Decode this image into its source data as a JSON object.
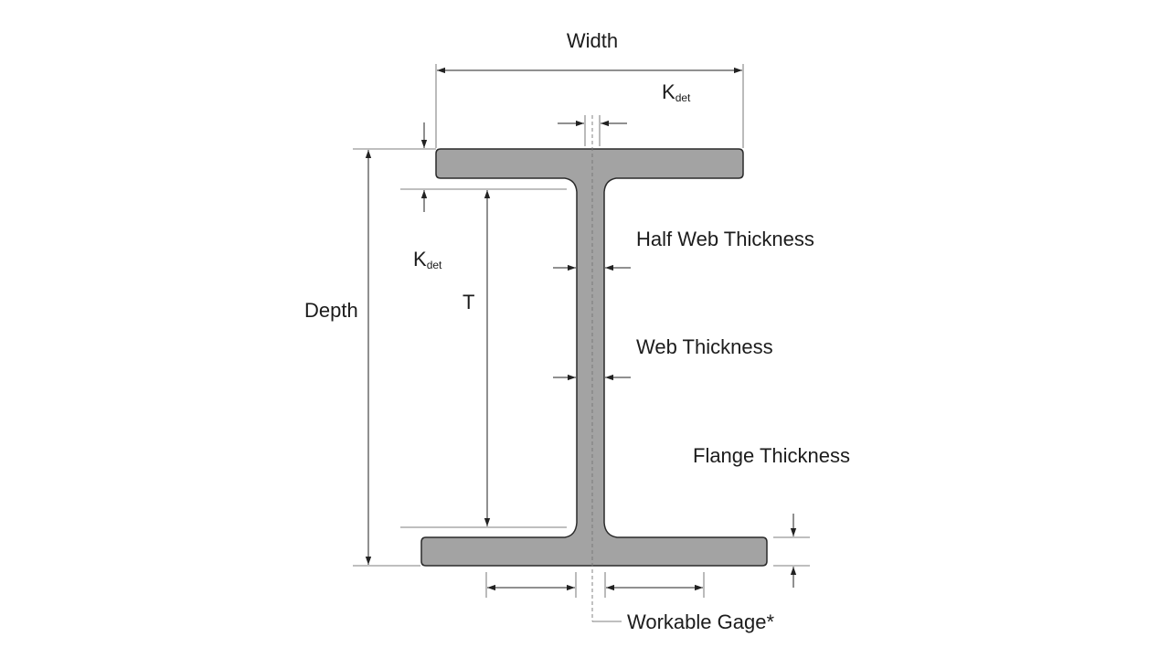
{
  "diagram": {
    "labels": {
      "width": "Width",
      "kdet_top_main": "K",
      "kdet_top_sub": "det",
      "half_web_thickness": "Half Web Thickness",
      "kdet_left_main": "K",
      "kdet_left_sub": "det",
      "depth": "Depth",
      "t": "T",
      "web_thickness": "Web Thickness",
      "flange_thickness": "Flange Thickness",
      "workable_gage": "Workable Gage*"
    },
    "colors": {
      "section_fill": "#a3a3a3",
      "section_stroke": "#2b2b2b",
      "line": "#222222"
    }
  }
}
